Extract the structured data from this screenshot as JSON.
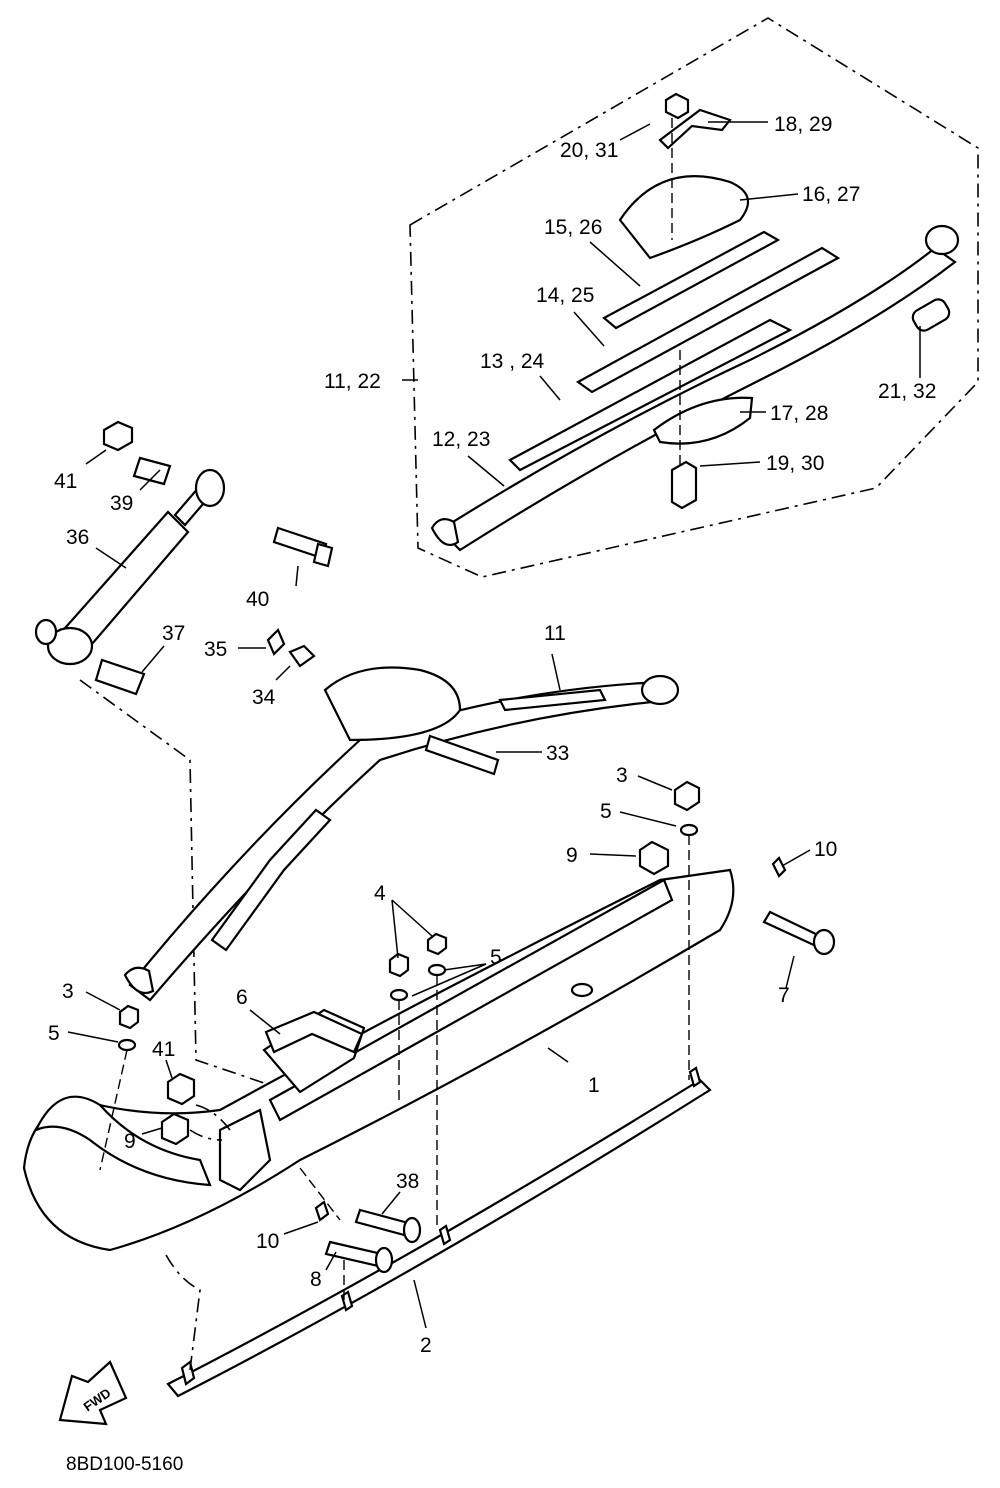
{
  "diagram_code": "8BD100-5160",
  "fwd_label": "FWD",
  "callouts": {
    "c1": "1",
    "c2": "2",
    "c3a": "3",
    "c3b": "3",
    "c4": "4",
    "c5a": "5",
    "c5b": "5",
    "c5c": "5",
    "c6": "6",
    "c7": "7",
    "c8": "8",
    "c9a": "9",
    "c9b": "9",
    "c10a": "10",
    "c10b": "10",
    "c11": "11",
    "c11_22": "11, 22",
    "c12_23": "12, 23",
    "c13_24": "13 , 24",
    "c14_25": "14, 25",
    "c15_26": "15, 26",
    "c16_27": "16, 27",
    "c17_28": "17, 28",
    "c18_29": "18, 29",
    "c19_30": "19, 30",
    "c20_31": "20, 31",
    "c21_32": "21, 32",
    "c33": "33",
    "c34": "34",
    "c35": "35",
    "c36": "36",
    "c37": "37",
    "c38": "38",
    "c39": "39",
    "c40": "40",
    "c41a": "41",
    "c41b": "41"
  }
}
